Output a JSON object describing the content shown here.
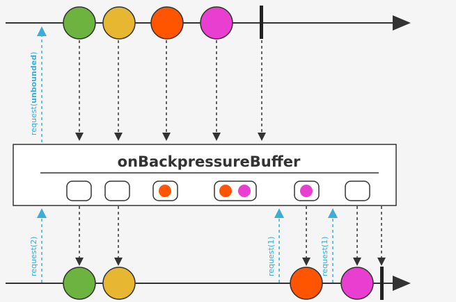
{
  "operator": {
    "name": "onBackpressureBuffer"
  },
  "requests": {
    "top": {
      "prefix": "request(",
      "arg": "unbounded",
      "suffix": ")"
    },
    "bottom_first": "request(2)",
    "bottom_second": "request(1)",
    "bottom_third": "request(1)"
  },
  "colors": {
    "green": "#6cb33f",
    "yellow": "#e8b732",
    "orange": "#ff5500",
    "magenta": "#e83fd0",
    "request_blue": "#3aaed8",
    "line": "#333333",
    "box_fill": "#ffffff"
  },
  "buffer_states": [
    {
      "items": []
    },
    {
      "items": []
    },
    {
      "items": [
        "orange"
      ]
    },
    {
      "items": [
        "orange",
        "magenta"
      ]
    },
    {
      "items": [
        "magenta"
      ]
    },
    {
      "items": []
    }
  ],
  "source_emissions": [
    "green",
    "yellow",
    "orange",
    "magenta"
  ],
  "output_emissions": [
    "green",
    "yellow",
    "orange",
    "magenta"
  ]
}
